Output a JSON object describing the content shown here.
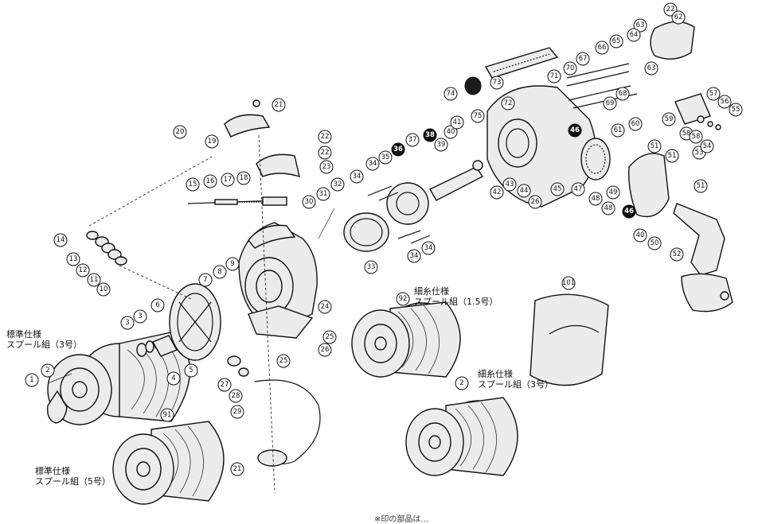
{
  "labels": {
    "std_3": [
      "標準仕様",
      "スプール組（3号）"
    ],
    "std_5": [
      "標準仕様",
      "スプール組（5号）"
    ],
    "fine_15": [
      "細糸仕様",
      "スプール組（1.5号）"
    ],
    "fine_3": [
      "細糸仕様",
      "スプール組（3号）"
    ]
  },
  "footnote": "※印の部品は…",
  "callouts": [
    {
      "n": "1"
    },
    {
      "n": "2"
    },
    {
      "n": "3"
    },
    {
      "n": "3"
    },
    {
      "n": "4"
    },
    {
      "n": "5"
    },
    {
      "n": "6"
    },
    {
      "n": "7"
    },
    {
      "n": "8"
    },
    {
      "n": "9"
    },
    {
      "n": "10"
    },
    {
      "n": "11"
    },
    {
      "n": "12"
    },
    {
      "n": "13"
    },
    {
      "n": "14"
    },
    {
      "n": "15"
    },
    {
      "n": "16"
    },
    {
      "n": "17"
    },
    {
      "n": "18"
    },
    {
      "n": "19"
    },
    {
      "n": "20"
    },
    {
      "n": "21"
    },
    {
      "n": "21"
    },
    {
      "n": "22"
    },
    {
      "n": "22"
    },
    {
      "n": "22"
    },
    {
      "n": "23"
    },
    {
      "n": "24"
    },
    {
      "n": "25"
    },
    {
      "n": "25"
    },
    {
      "n": "26"
    },
    {
      "n": "26"
    },
    {
      "n": "27"
    },
    {
      "n": "28"
    },
    {
      "n": "29"
    },
    {
      "n": "30"
    },
    {
      "n": "31"
    },
    {
      "n": "32"
    },
    {
      "n": "33"
    },
    {
      "n": "34"
    },
    {
      "n": "34"
    },
    {
      "n": "34"
    },
    {
      "n": "34"
    },
    {
      "n": "35"
    },
    {
      "n": "36",
      "inv": true
    },
    {
      "n": "37"
    },
    {
      "n": "38",
      "inv": true
    },
    {
      "n": "39"
    },
    {
      "n": "40"
    },
    {
      "n": "40"
    },
    {
      "n": "41"
    },
    {
      "n": "42"
    },
    {
      "n": "43"
    },
    {
      "n": "44"
    },
    {
      "n": "45"
    },
    {
      "n": "46",
      "inv": true
    },
    {
      "n": "46",
      "inv": true
    },
    {
      "n": "47"
    },
    {
      "n": "48"
    },
    {
      "n": "48"
    },
    {
      "n": "49"
    },
    {
      "n": "50"
    },
    {
      "n": "51"
    },
    {
      "n": "51"
    },
    {
      "n": "51"
    },
    {
      "n": "52"
    },
    {
      "n": "53"
    },
    {
      "n": "54"
    },
    {
      "n": "55"
    },
    {
      "n": "56"
    },
    {
      "n": "57"
    },
    {
      "n": "58"
    },
    {
      "n": "58"
    },
    {
      "n": "59"
    },
    {
      "n": "60"
    },
    {
      "n": "61"
    },
    {
      "n": "62"
    },
    {
      "n": "63"
    },
    {
      "n": "63"
    },
    {
      "n": "64"
    },
    {
      "n": "65"
    },
    {
      "n": "66"
    },
    {
      "n": "67"
    },
    {
      "n": "68"
    },
    {
      "n": "69"
    },
    {
      "n": "70"
    },
    {
      "n": "71"
    },
    {
      "n": "72"
    },
    {
      "n": "73"
    },
    {
      "n": "74"
    },
    {
      "n": "75"
    },
    {
      "n": "91"
    },
    {
      "n": "92"
    },
    {
      "n": "2"
    },
    {
      "n": "101"
    }
  ]
}
